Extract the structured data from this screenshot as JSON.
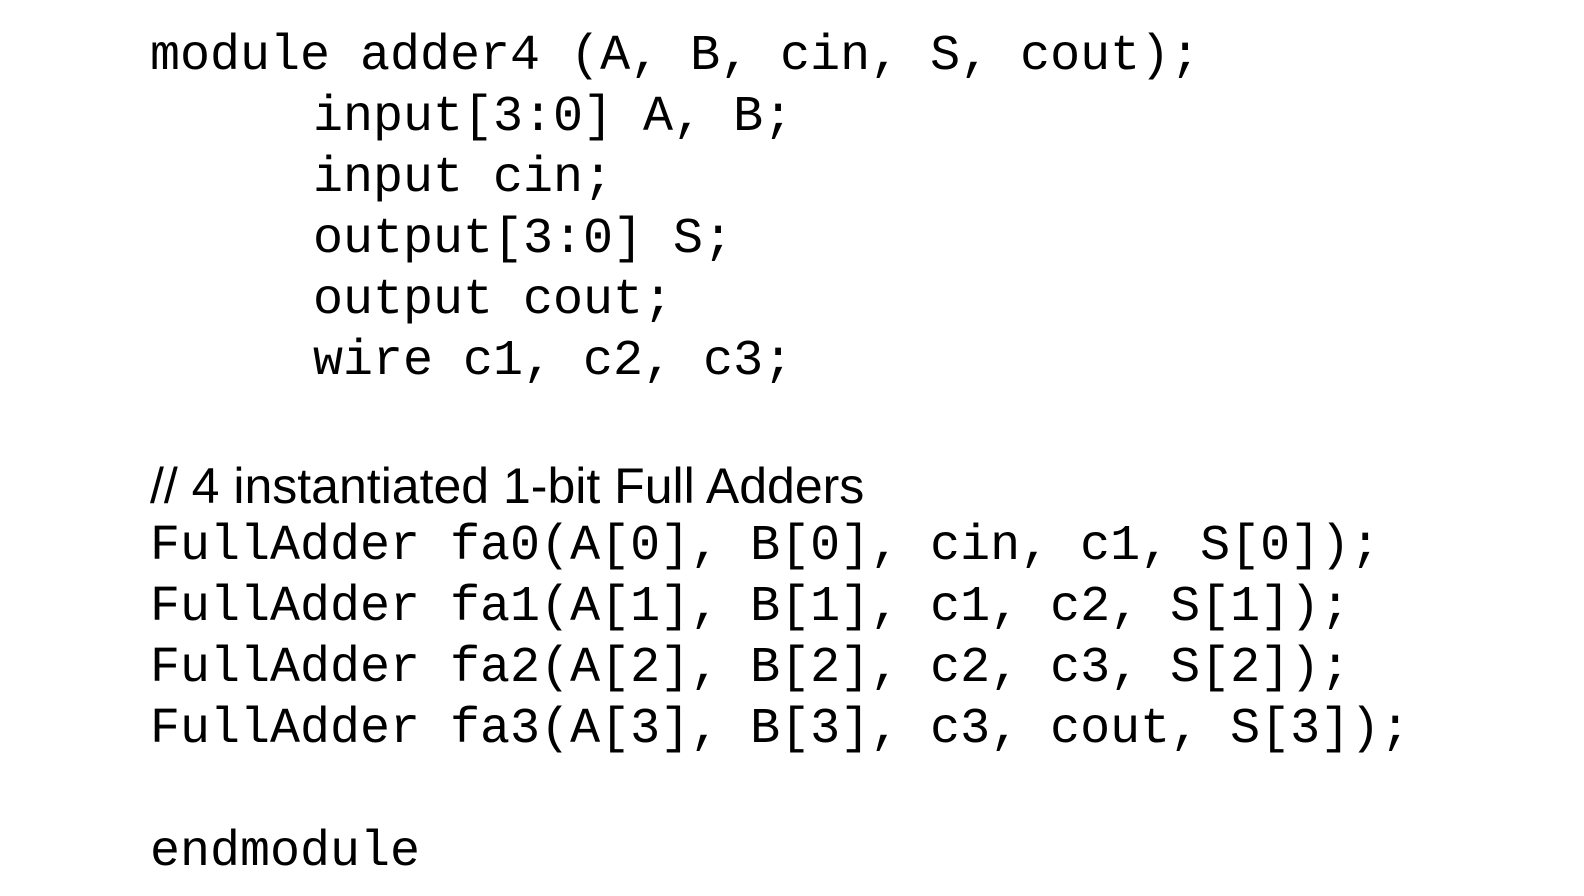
{
  "module_header": {
    "declaration": "module adder4 (A, B, cin, S, cout);"
  },
  "port_declarations": [
    "input[3:0] A, B;",
    "input cin;",
    "output[3:0] S;",
    "output cout;",
    "wire c1, c2, c3;"
  ],
  "comment": "// 4 instantiated 1-bit Full Adders",
  "instances": [
    "FullAdder fa0(A[0], B[0], cin, c1, S[0]);",
    "FullAdder fa1(A[1], B[1], c1, c2, S[1]);",
    "FullAdder fa2(A[2], B[2], c2, c3, S[2]);",
    "FullAdder fa3(A[3], B[3], c3, cout, S[3]);"
  ],
  "module_footer": {
    "end": "endmodule"
  }
}
